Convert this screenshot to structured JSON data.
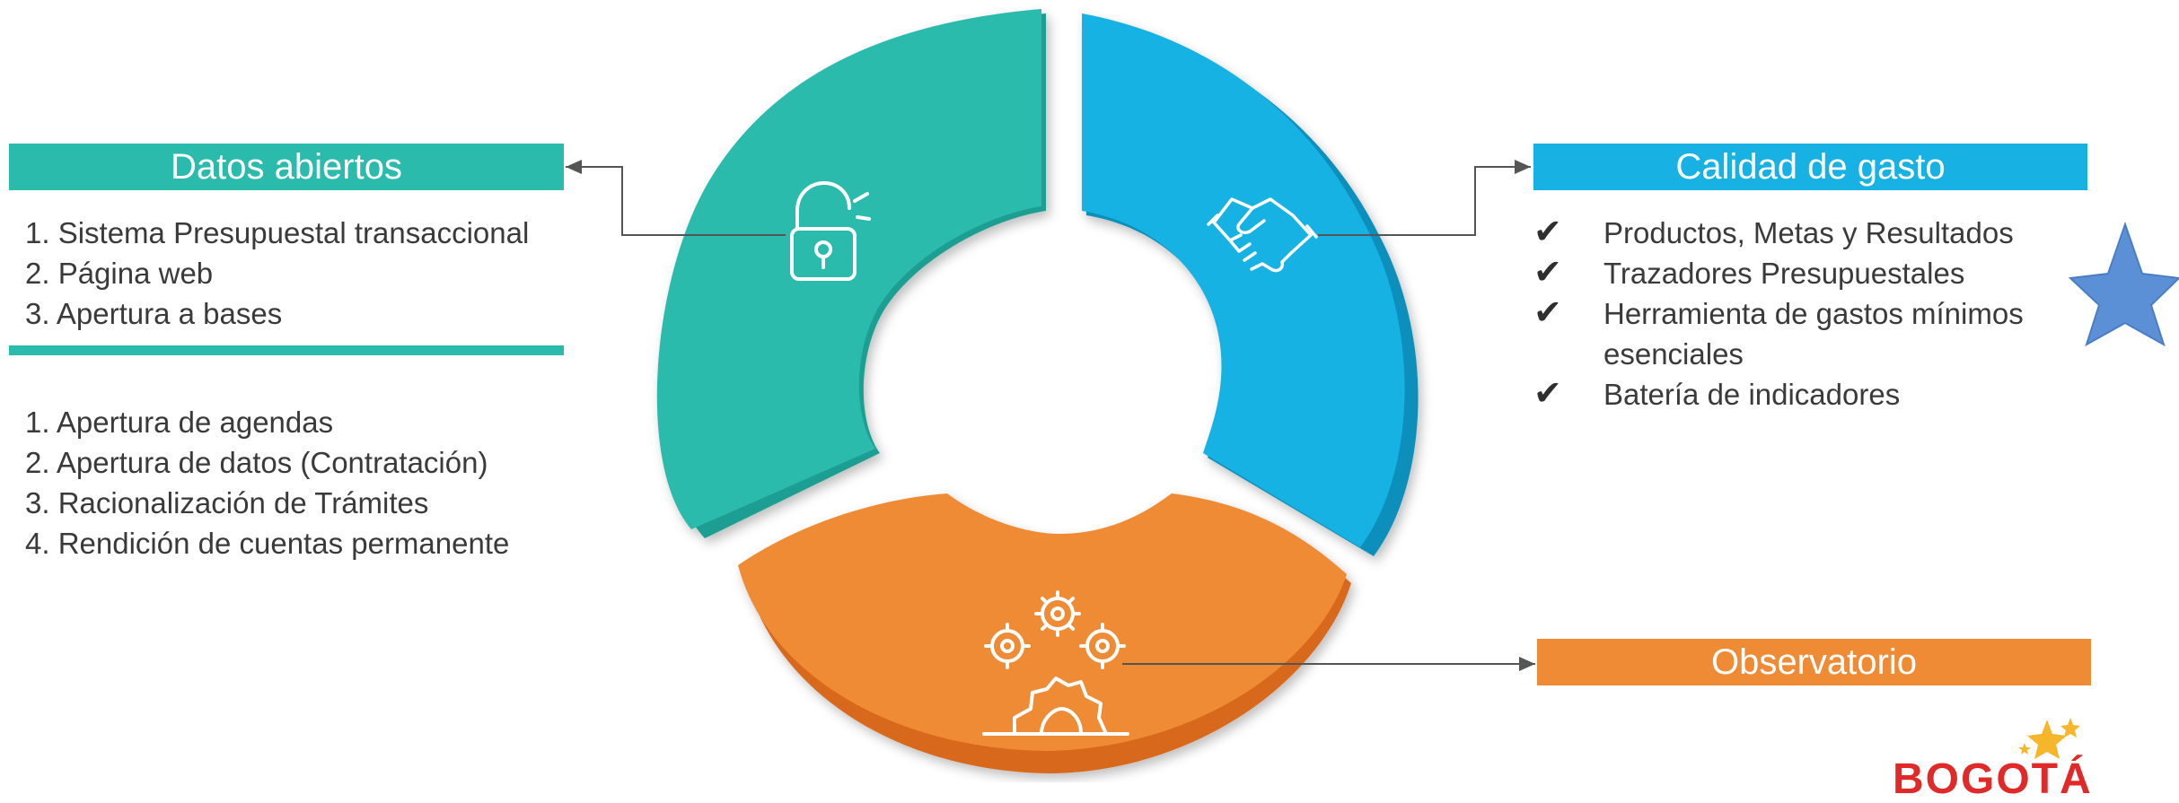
{
  "left": {
    "title": "Datos abiertos",
    "list1": [
      "1. Sistema Presupuestal transaccional",
      "2. Página web",
      "3. Apertura a bases"
    ],
    "list2": [
      "1. Apertura de agendas",
      "2. Apertura de datos (Contratación)",
      "3. Racionalización de  Trámites",
      "4. Rendición de cuentas permanente"
    ]
  },
  "right": {
    "title": "Calidad de gasto",
    "check_glyph": "✔",
    "items": [
      "Productos, Metas y Resultados",
      "Trazadores Presupuestales",
      "Herramienta de gastos mínimos esenciales",
      "Batería de indicadores"
    ]
  },
  "bottom": {
    "title": "Observatorio"
  },
  "logo": {
    "text": "BOGOTÁ"
  },
  "icons": {
    "segment_left": "padlock-open-icon",
    "segment_right": "handshake-icon",
    "segment_bottom": "gears-icon",
    "decor": "star-icon"
  },
  "colors": {
    "teal": "#2bbbad",
    "blue": "#17b2e3",
    "orange": "#f08b35",
    "star": "#5b8fd6",
    "logo": "#e02a2a"
  }
}
